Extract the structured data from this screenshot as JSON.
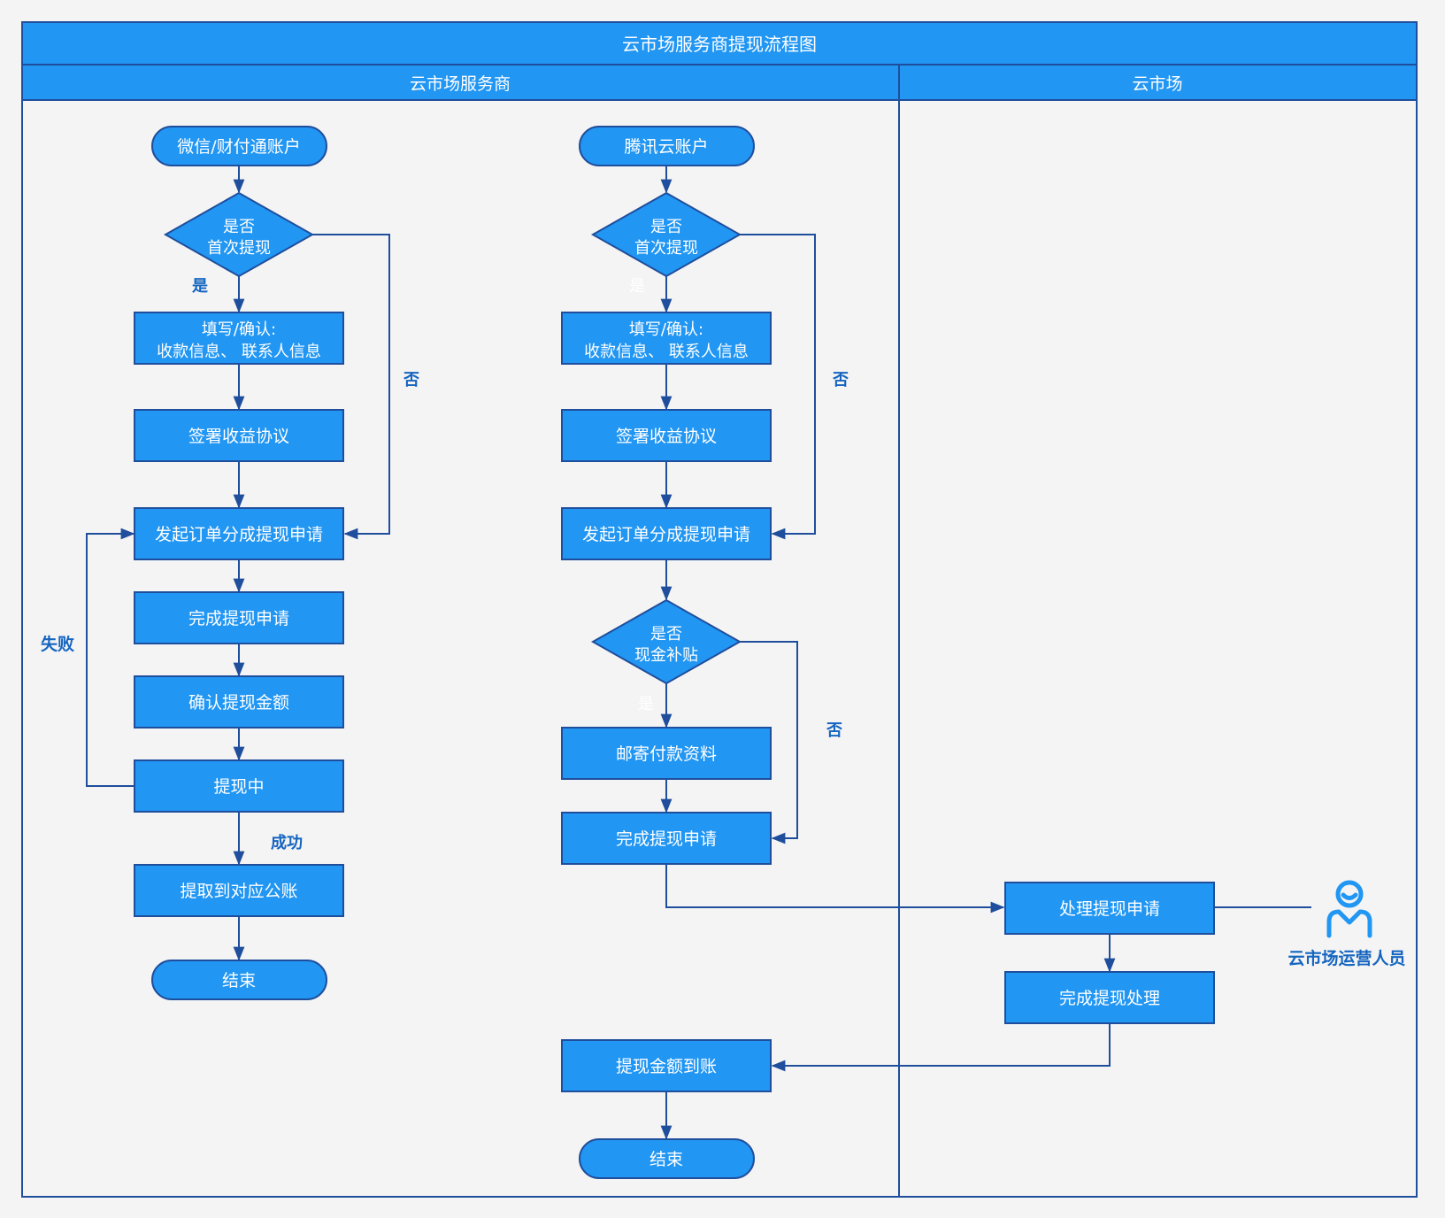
{
  "title": "云市场服务商提现流程图",
  "lanes": {
    "provider": "云市场服务商",
    "market": "云市场"
  },
  "left": {
    "start": "微信/财付通账户",
    "decision": [
      "是否",
      "首次提现"
    ],
    "yes": "是",
    "no": "否",
    "fill": [
      "填写/确认:",
      "收款信息、 联系人信息"
    ],
    "sign": "签署收益协议",
    "initiate": "发起订单分成提现申请",
    "complete": "完成提现申请",
    "confirm": "确认提现金额",
    "processing": "提现中",
    "fail": "失败",
    "success": "成功",
    "withdraw": "提取到对应公账",
    "end": "结束"
  },
  "middle": {
    "start": "腾讯云账户",
    "decision": [
      "是否",
      "首次提现"
    ],
    "yes": "是",
    "no": "否",
    "fill": [
      "填写/确认:",
      "收款信息、 联系人信息"
    ],
    "sign": "签署收益协议",
    "initiate": "发起订单分成提现申请",
    "decision2": [
      "是否",
      "现金补贴"
    ],
    "yes2": "是",
    "no2": "否",
    "mail": "邮寄付款资料",
    "complete": "完成提现申请",
    "arrive": "提现金额到账",
    "end": "结束"
  },
  "right": {
    "process": "处理提现申请",
    "complete": "完成提现处理",
    "operator": "云市场运营人员",
    "operator_icon": "person-icon"
  },
  "colors": {
    "fill": "#2196f3",
    "stroke": "#1f4e9c",
    "label": "#1565c0",
    "background": "#f4f4f4"
  }
}
